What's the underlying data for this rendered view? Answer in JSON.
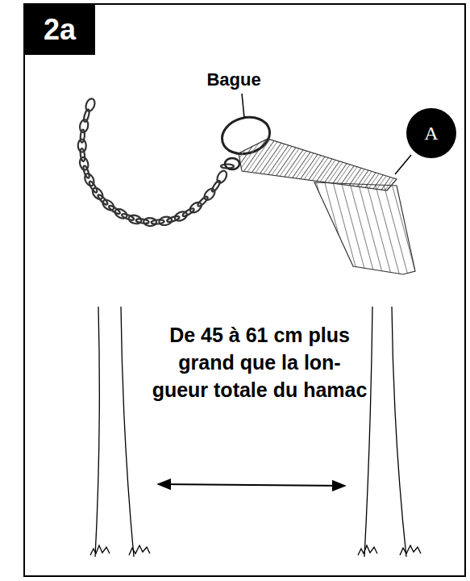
{
  "diagram": {
    "nodes": [
      {
        "text": [
          "2a"
        ]
      },
      {
        "text": [
          "A"
        ]
      }
    ],
    "labels": [
      "Bague",
      "De 45 à 61 cm plus grand que la lon- gueur totale du hamac"
    ]
  }
}
